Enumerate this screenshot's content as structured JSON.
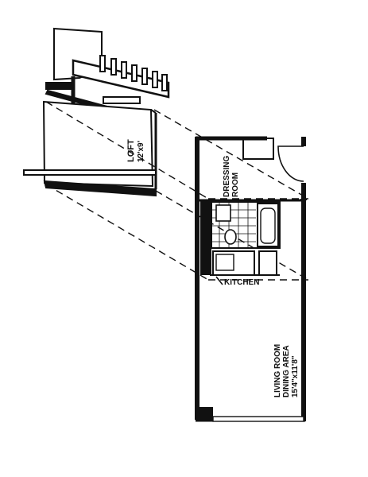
{
  "rooms": {
    "loft": {
      "name": "LOFT",
      "size": "12'x9'"
    },
    "dressing": {
      "line1": "DRESSING",
      "line2": "ROOM"
    },
    "kitchen": {
      "name": "KITCHEN"
    },
    "living": {
      "line1": "LIVING ROOM",
      "line2": "DINING AREA",
      "size": "15'4\"x11'8\""
    }
  },
  "colors": {
    "ink": "#111111",
    "paper": "#ffffff"
  }
}
